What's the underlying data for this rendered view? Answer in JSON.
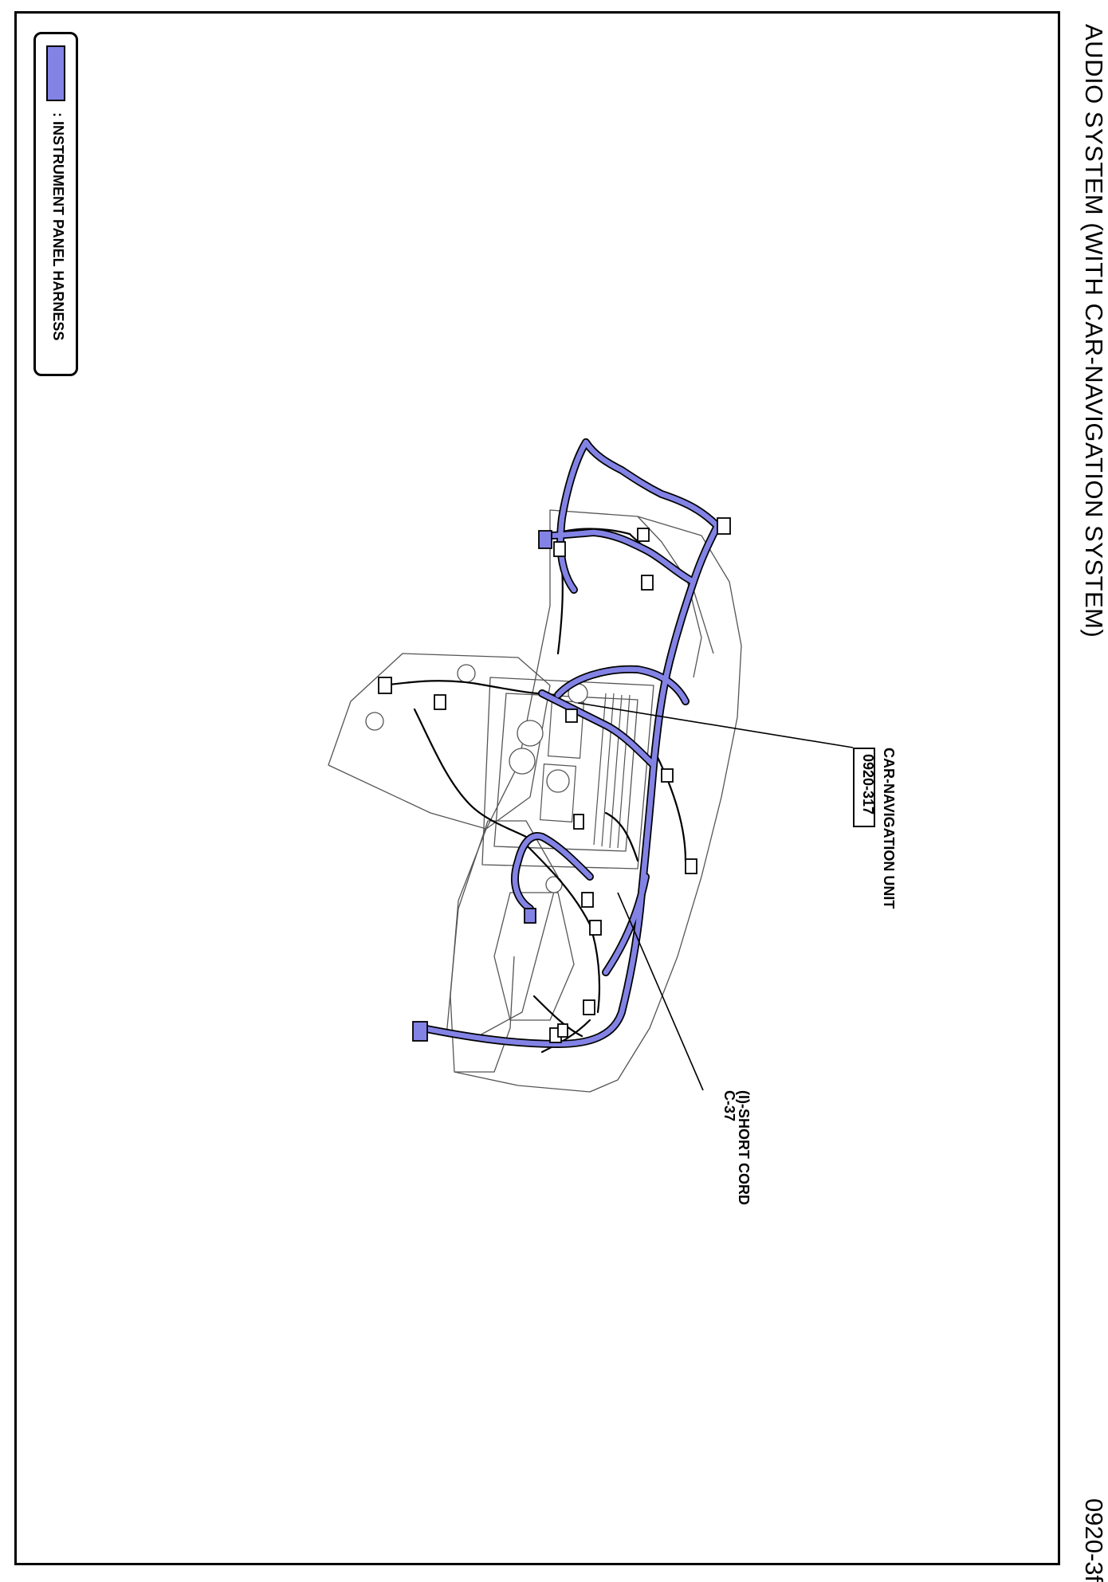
{
  "page": {
    "title": "AUDIO SYSTEM (WITH CAR-NAVIGATION SYSTEM)",
    "page_number": "0920-3f"
  },
  "legend": {
    "swatch_color": "#8383e6",
    "label": ": INSTRUMENT PANEL HARNESS"
  },
  "callouts": [
    {
      "name": "CAR-NAVIGATION UNIT",
      "code": "0920-317"
    },
    {
      "name": "(I)-SHORT CORD",
      "code": "C-37"
    }
  ],
  "colors": {
    "harness": "#8383e6",
    "outline": "#000000",
    "panel": "#555555"
  }
}
